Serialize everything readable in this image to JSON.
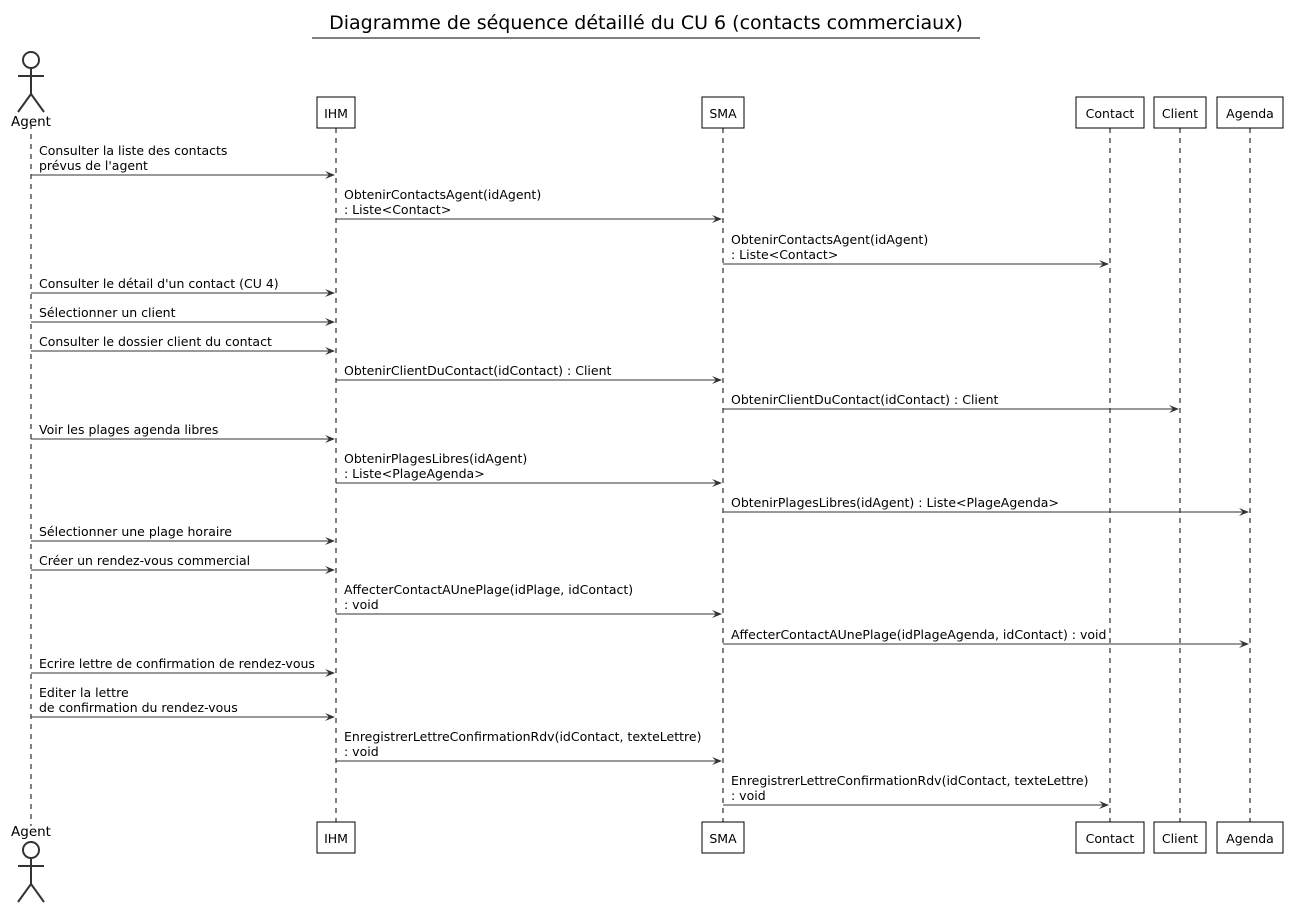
{
  "title": "Diagramme de séquence détaillé du CU 6 (contacts commerciaux)",
  "participants": [
    {
      "id": "agent",
      "label": "Agent",
      "kind": "actor"
    },
    {
      "id": "ihm",
      "label": "IHM",
      "kind": "participant"
    },
    {
      "id": "sma",
      "label": "SMA",
      "kind": "participant"
    },
    {
      "id": "contact",
      "label": "Contact",
      "kind": "participant"
    },
    {
      "id": "client",
      "label": "Client",
      "kind": "participant"
    },
    {
      "id": "agenda",
      "label": "Agenda",
      "kind": "participant"
    }
  ],
  "messages": [
    {
      "from": "agent",
      "to": "ihm",
      "lines": [
        "Consulter la liste des contacts",
        "prévus de l'agent"
      ]
    },
    {
      "from": "ihm",
      "to": "sma",
      "lines": [
        "ObtenirContactsAgent(idAgent)",
        ": Liste<Contact>"
      ]
    },
    {
      "from": "sma",
      "to": "contact",
      "lines": [
        "ObtenirContactsAgent(idAgent)",
        ": Liste<Contact>"
      ]
    },
    {
      "from": "agent",
      "to": "ihm",
      "lines": [
        "Consulter le détail d'un contact (CU 4)"
      ]
    },
    {
      "from": "agent",
      "to": "ihm",
      "lines": [
        "Sélectionner un client"
      ]
    },
    {
      "from": "agent",
      "to": "ihm",
      "lines": [
        "Consulter le dossier client du contact"
      ]
    },
    {
      "from": "ihm",
      "to": "sma",
      "lines": [
        "ObtenirClientDuContact(idContact) : Client"
      ]
    },
    {
      "from": "sma",
      "to": "client",
      "lines": [
        "ObtenirClientDuContact(idContact) : Client"
      ]
    },
    {
      "from": "agent",
      "to": "ihm",
      "lines": [
        "Voir les plages agenda libres"
      ]
    },
    {
      "from": "ihm",
      "to": "sma",
      "lines": [
        "ObtenirPlagesLibres(idAgent)",
        ": Liste<PlageAgenda>"
      ]
    },
    {
      "from": "sma",
      "to": "agenda",
      "lines": [
        "ObtenirPlagesLibres(idAgent) : Liste<PlageAgenda>"
      ]
    },
    {
      "from": "agent",
      "to": "ihm",
      "lines": [
        "Sélectionner une plage horaire"
      ]
    },
    {
      "from": "agent",
      "to": "ihm",
      "lines": [
        "Créer un rendez-vous commercial"
      ]
    },
    {
      "from": "ihm",
      "to": "sma",
      "lines": [
        "AffecterContactAUnePlage(idPlage, idContact)",
        ": void"
      ]
    },
    {
      "from": "sma",
      "to": "agenda",
      "lines": [
        "AffecterContactAUnePlage(idPlageAgenda, idContact) : void"
      ]
    },
    {
      "from": "agent",
      "to": "ihm",
      "lines": [
        "Ecrire lettre de confirmation de rendez-vous"
      ]
    },
    {
      "from": "agent",
      "to": "ihm",
      "lines": [
        "Editer la lettre",
        "de confirmation du rendez-vous"
      ]
    },
    {
      "from": "ihm",
      "to": "sma",
      "lines": [
        "EnregistrerLettreConfirmationRdv(idContact, texteLettre)",
        ": void"
      ]
    },
    {
      "from": "sma",
      "to": "contact",
      "lines": [
        "EnregistrerLettreConfirmationRdv(idContact, texteLettre)",
        ": void"
      ]
    }
  ]
}
